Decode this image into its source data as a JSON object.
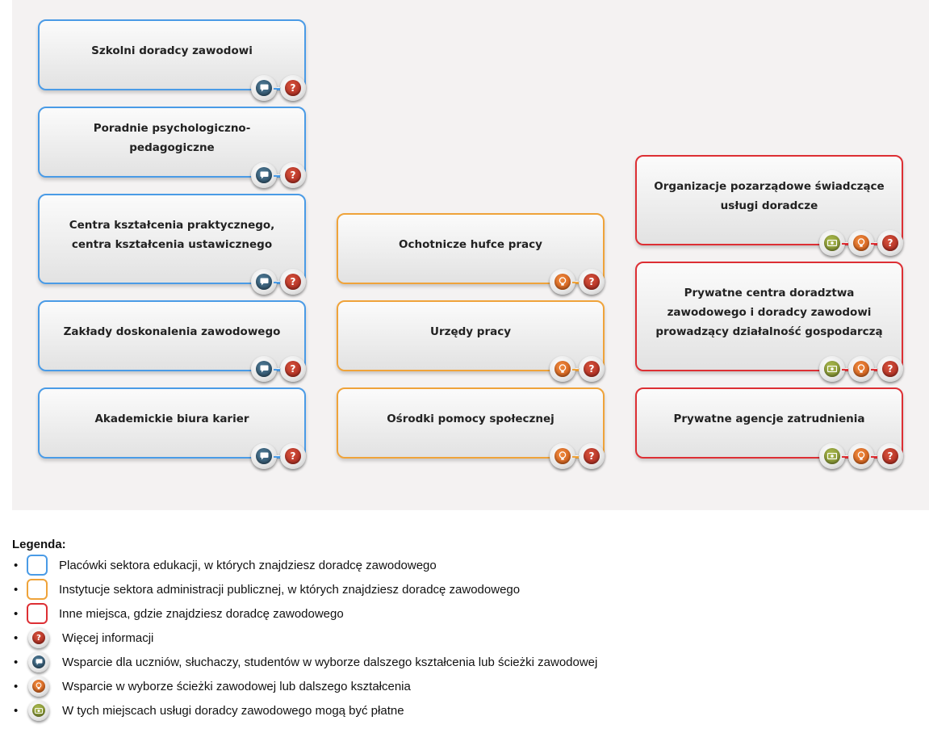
{
  "columns": [
    {
      "color": "blue",
      "items": [
        {
          "label": "Szkolni doradcy zawodowi",
          "icons": [
            "chat-icon",
            "question-icon"
          ]
        },
        {
          "label": "Poradnie psychologiczno-pedagogiczne",
          "icons": [
            "chat-icon",
            "question-icon"
          ]
        },
        {
          "label": "Centra kształcenia praktycznego, centra kształcenia ustawicznego",
          "icons": [
            "chat-icon",
            "question-icon"
          ]
        },
        {
          "label": "Zakłady doskonalenia zawodowego",
          "icons": [
            "chat-icon",
            "question-icon"
          ]
        },
        {
          "label": "Akademickie biura karier",
          "icons": [
            "chat-icon",
            "question-icon"
          ]
        }
      ]
    },
    {
      "color": "orange",
      "items": [
        {
          "label": "Ochotnicze hufce pracy",
          "icons": [
            "lightbulb-icon",
            "question-icon"
          ]
        },
        {
          "label": "Urzędy pracy",
          "icons": [
            "lightbulb-icon",
            "question-icon"
          ]
        },
        {
          "label": "Ośrodki pomocy społecznej",
          "icons": [
            "lightbulb-icon",
            "question-icon"
          ]
        }
      ]
    },
    {
      "color": "red",
      "items": [
        {
          "label": "Organizacje pozarządowe świadczące usługi doradcze",
          "icons": [
            "money-icon",
            "lightbulb-icon",
            "question-icon"
          ]
        },
        {
          "label": "Prywatne centra doradztwa zawodowego i doradcy zawodowi prowadzący działalność gospodarczą",
          "icons": [
            "money-icon",
            "lightbulb-icon",
            "question-icon"
          ]
        },
        {
          "label": "Prywatne agencje zatrudnienia",
          "icons": [
            "money-icon",
            "lightbulb-icon",
            "question-icon"
          ]
        }
      ]
    }
  ],
  "colors": {
    "blue": "#4a9be6",
    "orange": "#efa33a",
    "red": "#dd2f34"
  },
  "legend": {
    "title": "Legenda:",
    "items": [
      {
        "kind": "swatch",
        "color": "blue",
        "text": "Placówki sektora edukacji, w których znajdziesz doradcę zawodowego"
      },
      {
        "kind": "swatch",
        "color": "orange",
        "text": "Instytucje sektora administracji publicznej, w których znajdziesz doradcę zawodowego"
      },
      {
        "kind": "swatch",
        "color": "red",
        "text": "Inne miejsca, gdzie znajdziesz doradcę zawodowego"
      },
      {
        "kind": "icon",
        "icon": "question-icon",
        "text": "Więcej informacji"
      },
      {
        "kind": "icon",
        "icon": "chat-icon",
        "text": "Wsparcie dla uczniów, słuchaczy, studentów w wyborze dalszego kształcenia lub ścieżki zawodowej"
      },
      {
        "kind": "icon",
        "icon": "lightbulb-icon",
        "text": "Wsparcie w wyborze ścieżki zawodowej lub dalszego kształcenia"
      },
      {
        "kind": "icon",
        "icon": "money-icon",
        "text": "W tych miejscach usługi doradcy zawodowego mogą być płatne"
      }
    ]
  }
}
